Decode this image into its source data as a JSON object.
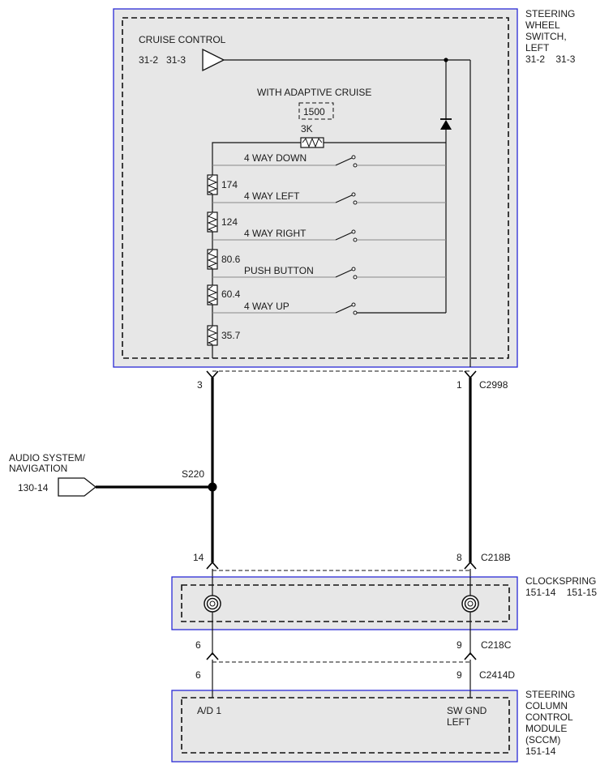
{
  "components": {
    "switch": {
      "name_lines": [
        "STEERING",
        "WHEEL",
        "SWITCH,",
        "LEFT"
      ],
      "refs": "31-2    31-3"
    },
    "cruise_control": {
      "label": "CRUISE CONTROL",
      "refs": "31-2   31-3"
    },
    "adaptive": {
      "label": "WITH ADAPTIVE CRUISE",
      "option_code": "1500"
    },
    "top_resistor": "3K",
    "ladder_resistors": [
      "174",
      "124",
      "80.6",
      "60.4",
      "35.7"
    ],
    "switches": [
      "4 WAY DOWN",
      "4 WAY LEFT",
      "4 WAY RIGHT",
      "PUSH BUTTON",
      "4 WAY UP"
    ],
    "clockspring": {
      "name": "CLOCKSPRING",
      "refs": "151-14    151-15"
    },
    "sccm": {
      "name_lines": [
        "STEERING",
        "COLUMN",
        "CONTROL",
        "MODULE",
        "(SCCM)",
        "151-14"
      ],
      "pin_left": "A/D 1",
      "pin_right_lines": [
        "SW GND",
        "LEFT"
      ]
    },
    "audio": {
      "label_lines": [
        "AUDIO SYSTEM/",
        "NAVIGATION"
      ],
      "ref": "130-14"
    }
  },
  "connectors": {
    "c2998": {
      "name": "C2998",
      "left_pin": "3",
      "right_pin": "1"
    },
    "c218b": {
      "name": "C218B",
      "left_pin": "14",
      "right_pin": "8"
    },
    "c218c": {
      "name": "C218C",
      "left_pin": "6",
      "right_pin": "9"
    },
    "c2414d": {
      "name": "C2414D",
      "left_pin": "6",
      "right_pin": "9"
    }
  },
  "splice": "S220"
}
